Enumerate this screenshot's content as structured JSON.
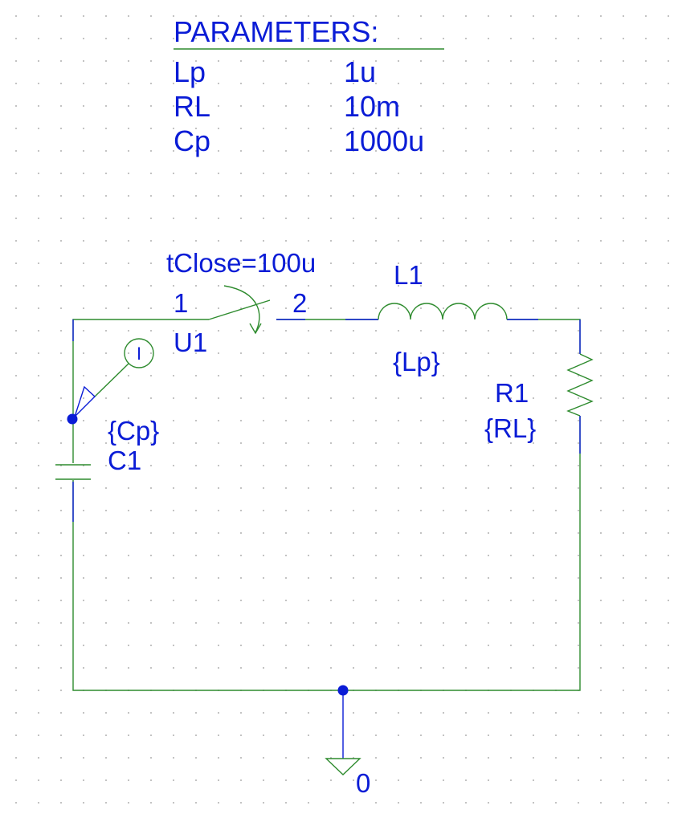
{
  "parameters": {
    "title": "PARAMETERS:",
    "rows": [
      {
        "name": "Lp",
        "value": "1u"
      },
      {
        "name": "RL",
        "value": "10m"
      },
      {
        "name": "Cp",
        "value": "1000u"
      }
    ]
  },
  "switch": {
    "attr": "tClose=100u",
    "pin1": "1",
    "pin2": "2",
    "ref": "U1"
  },
  "inductor": {
    "ref": "L1",
    "value": "{Lp}"
  },
  "resistor": {
    "ref": "R1",
    "value": "{RL}"
  },
  "capacitor": {
    "ref": "C1",
    "value": "{Cp}"
  },
  "current_marker": {
    "glyph": "I"
  },
  "ground": {
    "label": "0"
  },
  "colors": {
    "wire": "#2e8b2e",
    "text": "#0a1cd6",
    "grid_dot": "#b4b4b4",
    "background": "#ffffff"
  }
}
